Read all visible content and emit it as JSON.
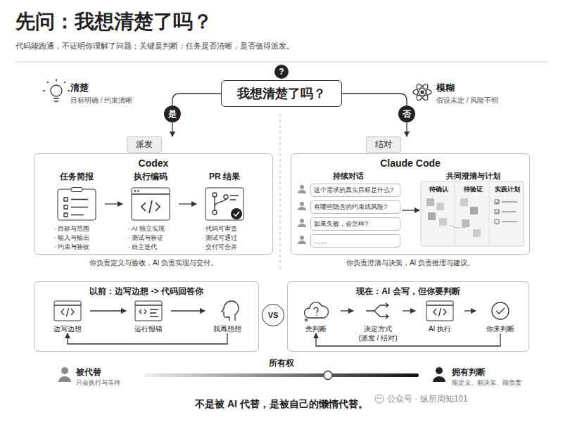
{
  "diagram": {
    "title": "先问：我想清楚了吗？",
    "caption": "不是被 AI 代替，是被自己的懒惰代替。",
    "nodes": [
      {
        "text": [
          "我想清楚了吗？"
        ]
      },
      {
        "text": [
          "是"
        ]
      },
      {
        "text": [
          "否"
        ]
      },
      {
        "text": [
          "派发"
        ]
      },
      {
        "text": [
          "结对"
        ]
      },
      {
        "text": [
          "Codex"
        ]
      },
      {
        "text": [
          "任务简报",
          "· 目标与范围",
          "· 输入与输出",
          "· 约束与验收"
        ],
        "in": 5
      },
      {
        "text": [
          "执行编码",
          "· AI 独立实现",
          "· 测试与验证",
          "· 自主迭代"
        ],
        "in": 5
      },
      {
        "text": [
          "PR 结果",
          "· 代码可审查",
          "· 测试可通过",
          "· 交付可合并"
        ],
        "in": 5
      },
      {
        "text": [
          "Claude Code"
        ]
      },
      {
        "text": [
          "持续对话"
        ],
        "in": 9
      },
      {
        "text": [
          "这个需求的真实目标是什么?"
        ],
        "in": 10
      },
      {
        "text": [
          "有哪些隐含的约束或风险?"
        ],
        "in": 10
      },
      {
        "text": [
          "如果失败，会怎样?"
        ],
        "in": 10
      },
      {
        "text": [
          "……"
        ],
        "in": 10
      },
      {
        "text": [
          "共同澄清与计划"
        ],
        "in": 9
      },
      {
        "text": [
          "待确认"
        ],
        "in": 15
      },
      {
        "text": [
          "待验证"
        ],
        "in": 15
      },
      {
        "text": [
          "实践计划"
        ],
        "in": 15
      },
      {
        "text": [
          "以前：边写边想 -> 代码回答你"
        ]
      },
      {
        "text": [
          "边写边想"
        ],
        "in": 19
      },
      {
        "text": [
          "运行报错"
        ],
        "in": 19
      },
      {
        "text": [
          "我再想想"
        ],
        "in": 19
      },
      {
        "text": [
          "VS"
        ]
      },
      {
        "text": [
          "现在：AI 会写，但你要判断"
        ]
      },
      {
        "text": [
          "先判断"
        ],
        "in": 24
      },
      {
        "text": [
          "决定方式",
          "(派发 / 结对)"
        ],
        "in": 24
      },
      {
        "text": [
          "AI 执行"
        ],
        "in": 24
      },
      {
        "text": [
          "你来判断"
        ],
        "in": 24
      },
      {
        "text": [
          "?"
        ]
      }
    ],
    "edges": [
      {
        "from": 0,
        "to": 1,
        "arrow": "none"
      },
      {
        "from": 1,
        "to": 3,
        "arrow": "to"
      },
      {
        "from": 0,
        "to": 2,
        "arrow": "none"
      },
      {
        "from": 2,
        "to": 4,
        "arrow": "to"
      },
      {
        "from": 6,
        "to": 7,
        "arrow": "to"
      },
      {
        "from": 7,
        "to": 8,
        "arrow": "to"
      },
      {
        "from": 10,
        "to": 15,
        "arrow": "to"
      },
      {
        "from": 20,
        "to": 21,
        "arrow": "to"
      },
      {
        "from": 21,
        "to": 22,
        "arrow": "to"
      },
      {
        "from": 22,
        "to": 20,
        "arrow": "to"
      },
      {
        "from": 25,
        "to": 26,
        "arrow": "to"
      },
      {
        "from": 26,
        "to": 27,
        "arrow": "to"
      },
      {
        "from": 27,
        "to": 28,
        "arrow": "to"
      },
      {
        "from": 28,
        "to": 25,
        "arrow": "to"
      }
    ],
    "labels": [
      "代码能跑通，不证明你理解了问题；关键是判断：任务是否清晰，是否值得派发。",
      "清楚",
      "目标明确 / 约束清晰",
      "模糊",
      "假设未定 / 风险不明",
      "你负责定义与验收，AI 负责实现与交付。",
      "你负责澄清与决策，AI 负责推理与建议。",
      "所有权",
      "被代替",
      "只会执行与等待",
      "拥有判断",
      "能定义、能决策、能负责",
      "公众号 · 纵所周知101"
    ]
  }
}
